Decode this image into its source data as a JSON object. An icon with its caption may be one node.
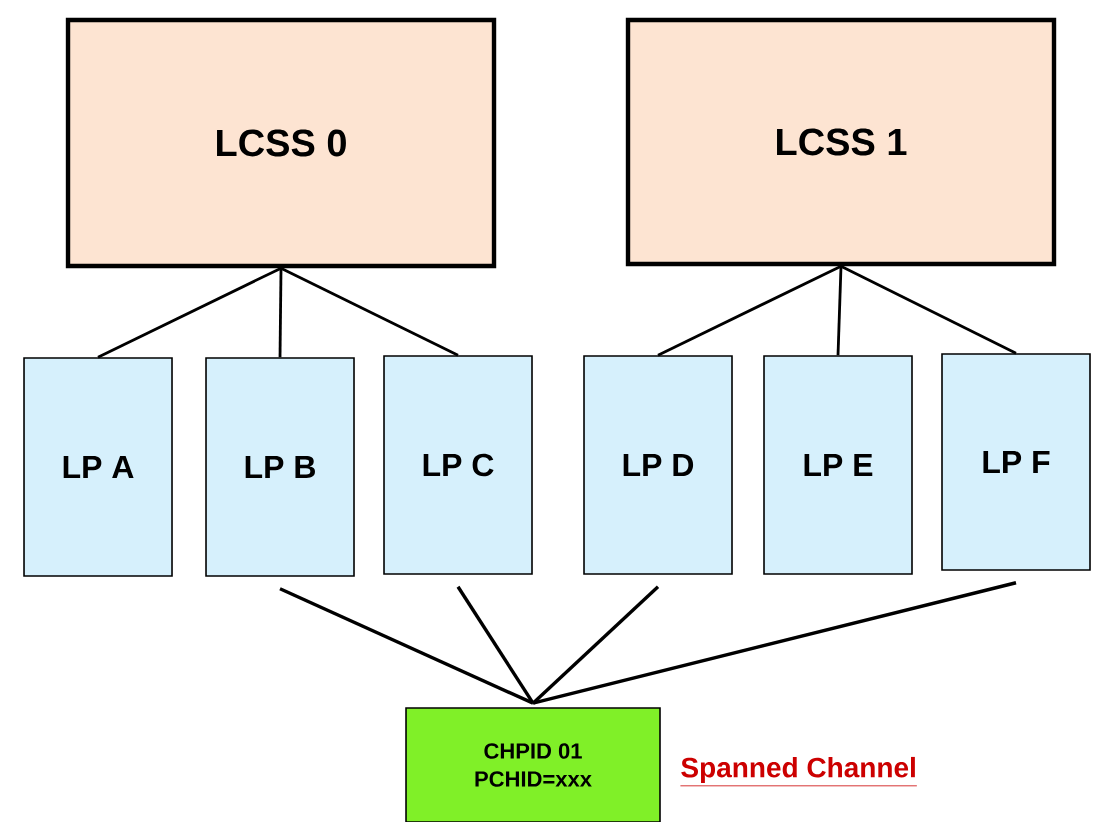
{
  "diagram": {
    "nodes": [
      {
        "text": [
          "LCSS 0"
        ]
      },
      {
        "text": [
          "LCSS 1"
        ]
      },
      {
        "text": [
          "LP A"
        ]
      },
      {
        "text": [
          "LP B"
        ]
      },
      {
        "text": [
          "LP C"
        ]
      },
      {
        "text": [
          "LP D"
        ]
      },
      {
        "text": [
          "LP E"
        ]
      },
      {
        "text": [
          "LP F"
        ]
      },
      {
        "text": [
          "CHPID 01 PCHID=xxx"
        ]
      }
    ],
    "edges": [
      {
        "from": 0,
        "to": 2,
        "arrow": "none"
      },
      {
        "from": 0,
        "to": 3,
        "arrow": "none"
      },
      {
        "from": 0,
        "to": 4,
        "arrow": "none"
      },
      {
        "from": 1,
        "to": 5,
        "arrow": "none"
      },
      {
        "from": 1,
        "to": 6,
        "arrow": "none"
      },
      {
        "from": 1,
        "to": 7,
        "arrow": "none"
      },
      {
        "from": 3,
        "to": 8,
        "arrow": "none"
      },
      {
        "from": 4,
        "to": 8,
        "arrow": "none"
      },
      {
        "from": 5,
        "to": 8,
        "arrow": "none"
      },
      {
        "from": 7,
        "to": 8,
        "arrow": "none"
      }
    ],
    "labels": [
      "Spanned Channel"
    ]
  }
}
